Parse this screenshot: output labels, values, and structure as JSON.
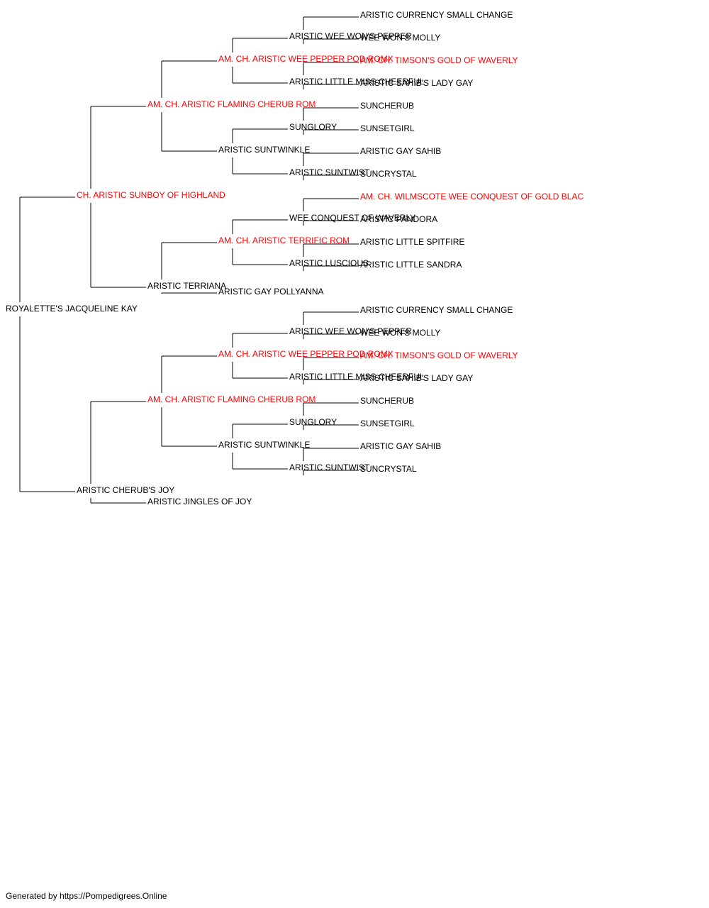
{
  "colors": {
    "champion": "#ff0000",
    "regular": "#000000",
    "connector": "#000000",
    "background": "#ffffff"
  },
  "pedigree": {
    "name": "ROYALETTE'S JACQUELINE KAY",
    "champion": false,
    "sire": {
      "name": "CH. ARISTIC SUNBOY OF HIGHLAND",
      "champion": true,
      "sire": {
        "name": "AM. CH. ARISTIC FLAMING CHERUB ROM",
        "champion": true,
        "sire": {
          "name": "AM. CH. ARISTIC WEE PEPPER POD ROMX",
          "champion": true,
          "sire": {
            "name": "ARISTIC WEE WON'S PEPPER",
            "champion": false,
            "sire": {
              "name": "ARISTIC CURRENCY SMALL CHANGE",
              "champion": false
            },
            "dam": {
              "name": "WEE WON'S MOLLY",
              "champion": false
            }
          },
          "dam": {
            "name": "ARISTIC LITTLE MISS CHEERFUL",
            "champion": false,
            "sire": {
              "name": "AM. CH. TIMSON'S GOLD OF WAVERLY",
              "champion": true
            },
            "dam": {
              "name": "ARISTIC SAHIB'S LADY GAY",
              "champion": false
            }
          }
        },
        "dam": {
          "name": "ARISTIC SUNTWINKLE",
          "champion": false,
          "sire": {
            "name": "SUNGLORY",
            "champion": false,
            "sire": {
              "name": "SUNCHERUB",
              "champion": false
            },
            "dam": {
              "name": "SUNSETGIRL",
              "champion": false
            }
          },
          "dam": {
            "name": "ARISTIC SUNTWIST",
            "champion": false,
            "sire": {
              "name": "ARISTIC GAY SAHIB",
              "champion": false
            },
            "dam": {
              "name": "SUNCRYSTAL",
              "champion": false
            }
          }
        }
      },
      "dam": {
        "name": "ARISTIC TERRIANA",
        "champion": false,
        "sire": {
          "name": "AM. CH. ARISTIC TERRIFIC ROM",
          "champion": true,
          "sire": {
            "name": "WEE CONQUEST OF WAVERLY",
            "champion": false,
            "sire": {
              "name": "AM. CH. WILMSCOTE WEE CONQUEST OF GOLD BLAC",
              "champion": true
            },
            "dam": {
              "name": "ARISTIC PANDORA",
              "champion": false
            }
          },
          "dam": {
            "name": "ARISTIC LUSCIOUS",
            "champion": false,
            "sire": {
              "name": "ARISTIC LITTLE SPITFIRE",
              "champion": false
            },
            "dam": {
              "name": "ARISTIC LITTLE SANDRA",
              "champion": false
            }
          }
        },
        "dam": {
          "name": "ARISTIC GAY POLLYANNA",
          "champion": false
        }
      }
    },
    "dam": {
      "name": "ARISTIC CHERUB'S JOY",
      "champion": false,
      "sire": {
        "name": "AM. CH. ARISTIC FLAMING CHERUB ROM",
        "champion": true,
        "sire": {
          "name": "AM. CH. ARISTIC WEE PEPPER POD ROMX",
          "champion": true,
          "sire": {
            "name": "ARISTIC WEE WON'S PEPPER",
            "champion": false,
            "sire": {
              "name": "ARISTIC CURRENCY SMALL CHANGE",
              "champion": false
            },
            "dam": {
              "name": "WEE WON'S MOLLY",
              "champion": false
            }
          },
          "dam": {
            "name": "ARISTIC LITTLE MISS CHEERFUL",
            "champion": false,
            "sire": {
              "name": "AM. CH. TIMSON'S GOLD OF WAVERLY",
              "champion": true
            },
            "dam": {
              "name": "ARISTIC SAHIB'S LADY GAY",
              "champion": false
            }
          }
        },
        "dam": {
          "name": "ARISTIC SUNTWINKLE",
          "champion": false,
          "sire": {
            "name": "SUNGLORY",
            "champion": false,
            "sire": {
              "name": "SUNCHERUB",
              "champion": false
            },
            "dam": {
              "name": "SUNSETGIRL",
              "champion": false
            }
          },
          "dam": {
            "name": "ARISTIC SUNTWIST",
            "champion": false,
            "sire": {
              "name": "ARISTIC GAY SAHIB",
              "champion": false
            },
            "dam": {
              "name": "SUNCRYSTAL",
              "champion": false
            }
          }
        }
      },
      "dam": {
        "name": "ARISTIC JINGLES OF JOY",
        "champion": false
      }
    }
  },
  "footer": {
    "text": "Generated by https://Pompedigrees.Online"
  }
}
